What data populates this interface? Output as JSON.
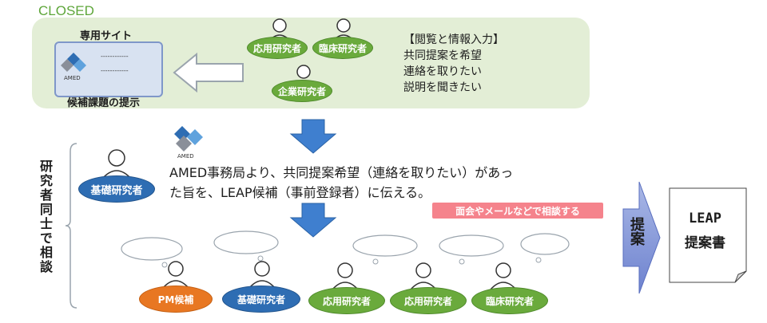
{
  "closed_label": "CLOSED",
  "site": {
    "title": "専用サイト",
    "caption": "候補課題の提示",
    "logo_text": "AMED",
    "lines": [
      "------------",
      "------------"
    ]
  },
  "requests": {
    "heading": "【閲覧と情報入力】",
    "items": [
      "共同提案を希望",
      "連絡を取りたい",
      "説明を聞きたい"
    ]
  },
  "top_roles": [
    "応用研究者",
    "臨床研究者",
    "企業研究者"
  ],
  "middle_role": "基礎研究者",
  "amed_logo": "AMED",
  "message_lines": [
    "AMED事務局より、共同提案希望（連絡を取りたい）があっ",
    "た旨を、LEAP候補（事前登録者）に伝える。"
  ],
  "consult_badge": "面会やメールなどで相談する",
  "side_label": "研究者同士で相談",
  "bottom_roles": [
    "PM候補",
    "基礎研究者",
    "応用研究者",
    "応用研究者",
    "臨床研究者"
  ],
  "proposal": "提案",
  "leap_doc": [
    "LEAP",
    "提案書"
  ],
  "colors": {
    "green": "#6aaa3c",
    "blue": "#2e6db3",
    "orange": "#e87722",
    "panel": "#e3eed6",
    "arrow": "#3f7fcf",
    "badge": "#f5838c"
  }
}
